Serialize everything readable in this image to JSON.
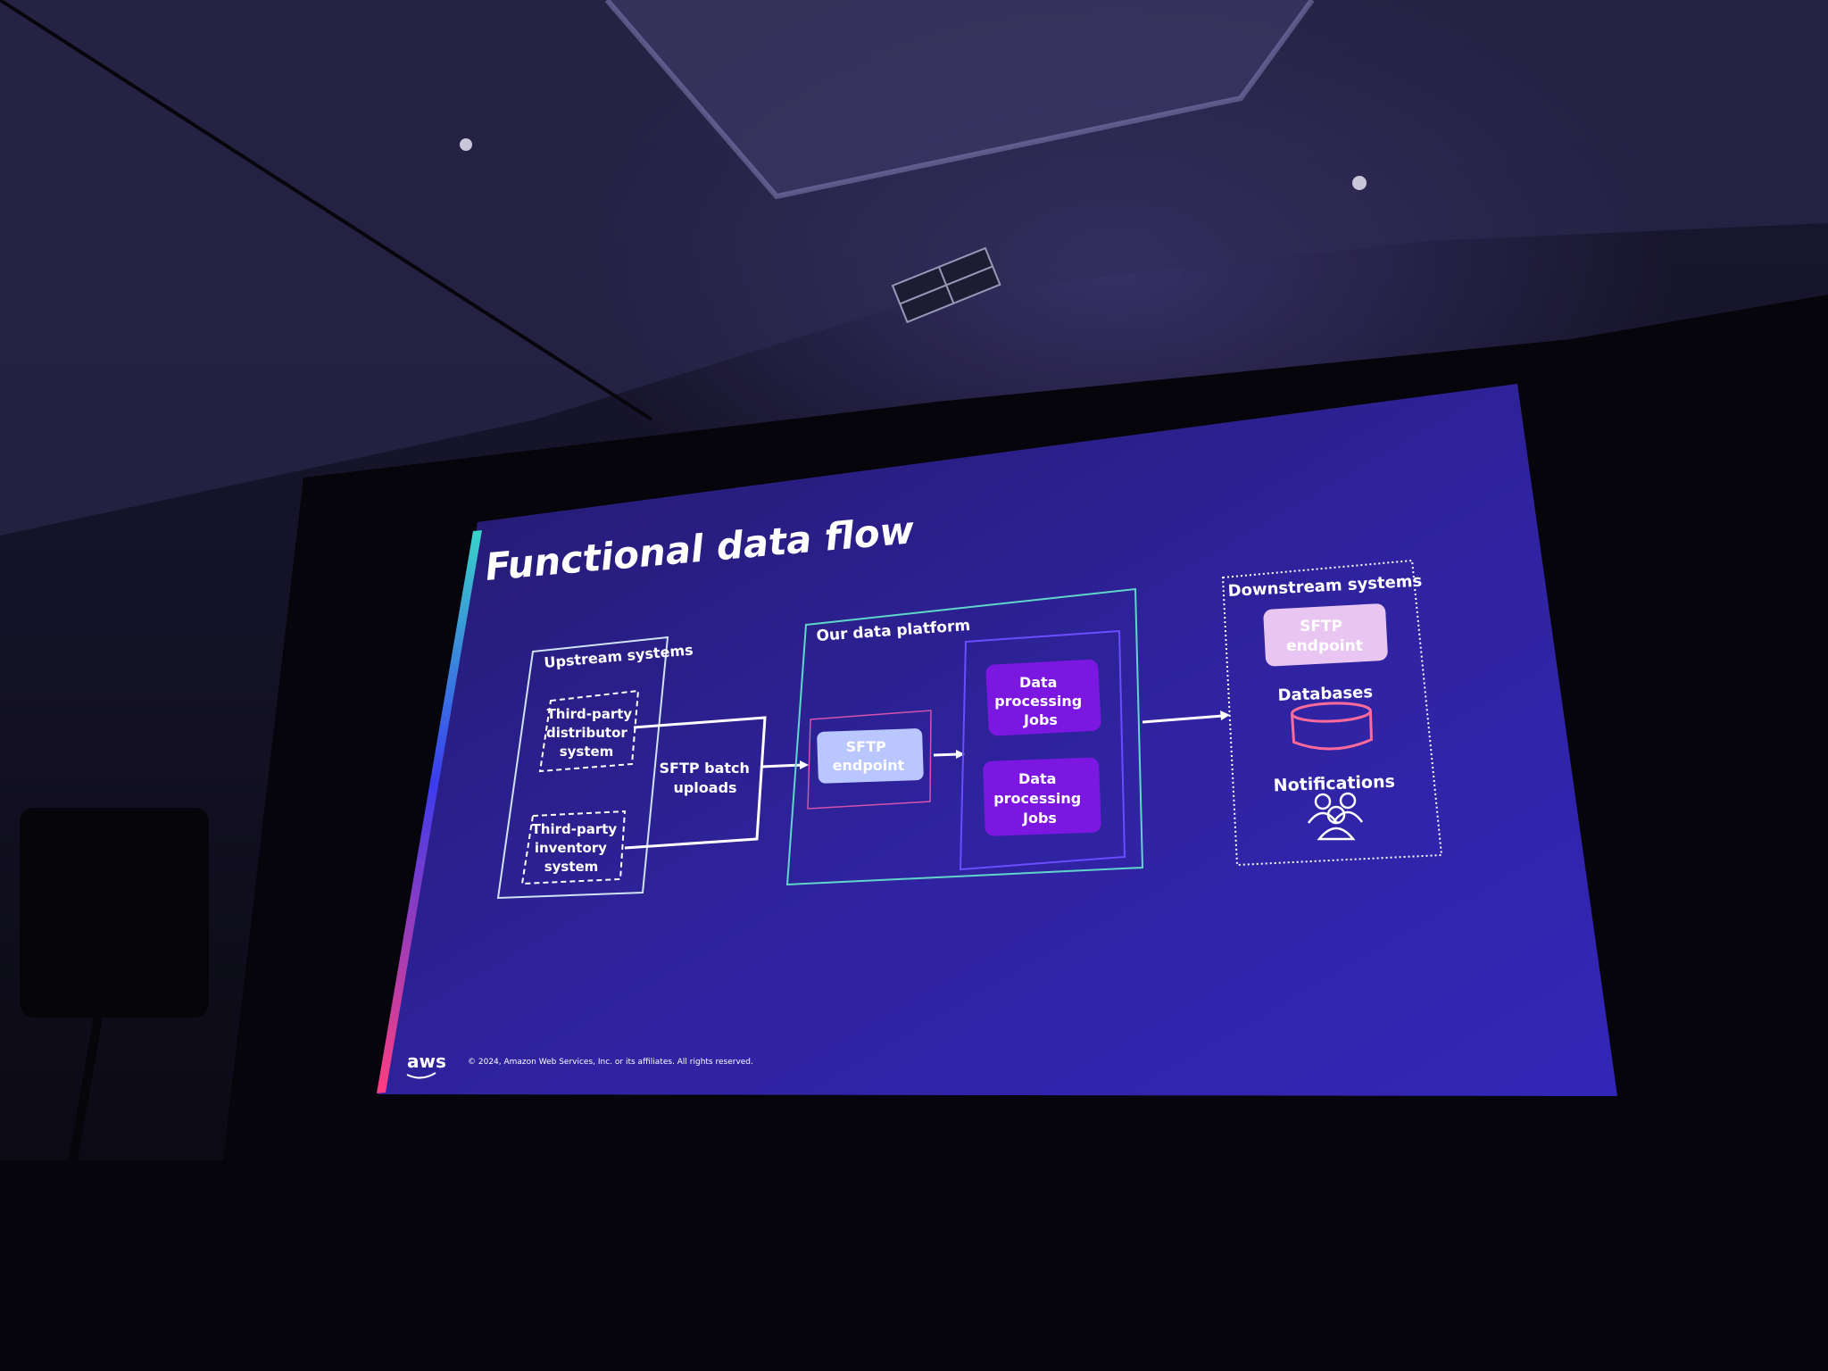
{
  "slide": {
    "title": "Functional data flow",
    "upstream": {
      "label": "Upstream systems",
      "items": [
        [
          "Third-party",
          "distributor",
          "system"
        ],
        [
          "Third-party",
          "inventory",
          "system"
        ]
      ]
    },
    "transfer_label": [
      "SFTP batch",
      "uploads"
    ],
    "platform": {
      "label": "Our data platform",
      "sftp": [
        "SFTP",
        "endpoint"
      ],
      "jobs": [
        [
          "Data",
          "processing",
          "Jobs"
        ],
        [
          "Data",
          "processing",
          "Jobs"
        ]
      ]
    },
    "downstream": {
      "label": "Downstream systems",
      "sftp": [
        "SFTP",
        "endpoint"
      ],
      "databases": "Databases",
      "notifications": "Notifications"
    },
    "footer": {
      "logo": "aws",
      "copyright": "© 2024, Amazon Web Services, Inc. or its affiliates. All rights reserved."
    }
  },
  "icons": {
    "database": "database-icon",
    "users": "users-icon"
  },
  "colors": {
    "slide_bg": "#2a1f7a",
    "job_purple": "#7b17e0",
    "sftp_blue": "#b9c6ff",
    "teal_border": "#5fd6c9"
  }
}
